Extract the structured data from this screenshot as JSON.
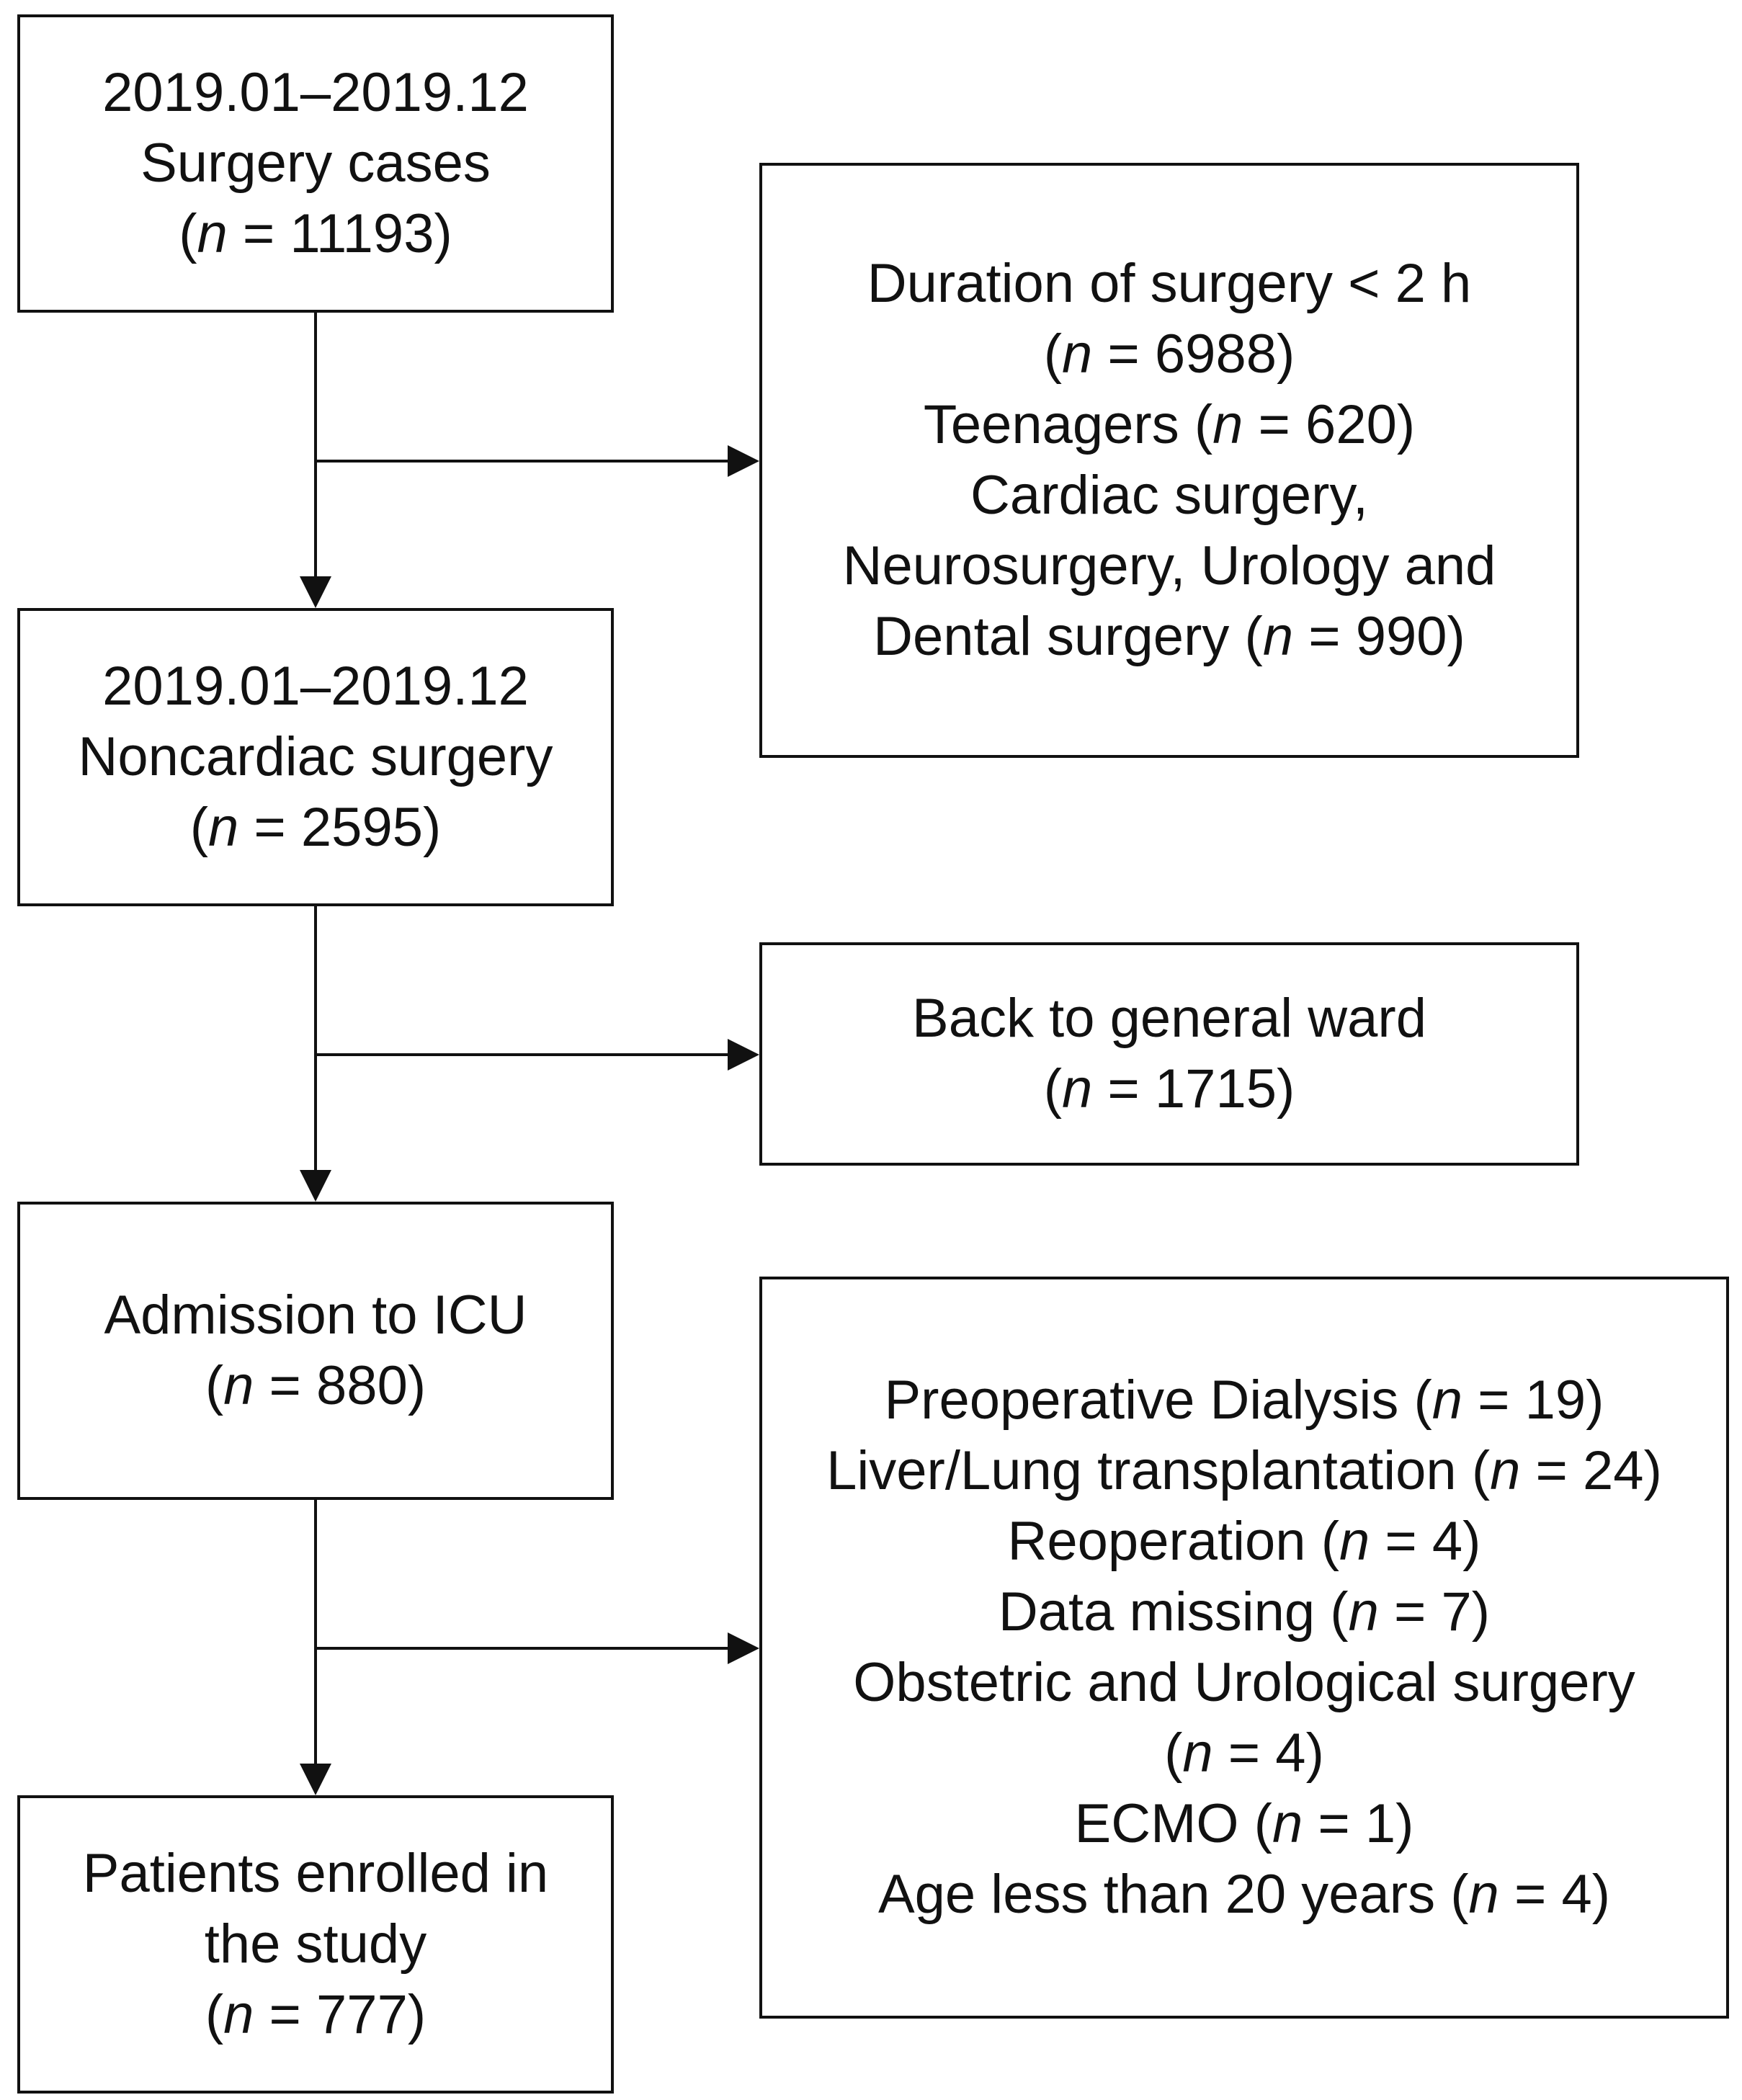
{
  "colors": {
    "stroke": "#111111",
    "background": "#ffffff"
  },
  "nodes": {
    "surgery_cases": {
      "lines": [
        "2019.01–2019.12",
        "Surgery cases"
      ],
      "count": {
        "open": "(",
        "var": "n",
        "rest": " = 11193)"
      }
    },
    "noncardiac": {
      "lines": [
        "2019.01–2019.12",
        "Noncardiac surgery"
      ],
      "count": {
        "open": "(",
        "var": "n",
        "rest": " = 2595)"
      }
    },
    "icu": {
      "lines": [
        "Admission to ICU"
      ],
      "count": {
        "open": "(",
        "var": "n",
        "rest": " = 880)"
      }
    },
    "enrolled": {
      "lines": [
        "Patients enrolled in",
        "the study"
      ],
      "count": {
        "open": "(",
        "var": "n",
        "rest": " = 777)"
      }
    }
  },
  "exclusions": {
    "box1": {
      "items": [
        {
          "pre": "Duration of surgery < 2 h",
          "open": "",
          "var": "",
          "rest": ""
        },
        {
          "pre": "",
          "open": "(",
          "var": "n",
          "rest": " = 6988)"
        },
        {
          "pre": "Teenagers ",
          "open": "(",
          "var": "n",
          "rest": " = 620)"
        },
        {
          "pre": "Cardiac surgery,",
          "open": "",
          "var": "",
          "rest": ""
        },
        {
          "pre": "Neurosurgery, Urology and",
          "open": "",
          "var": "",
          "rest": ""
        },
        {
          "pre": "Dental surgery ",
          "open": "(",
          "var": "n",
          "rest": " = 990)"
        }
      ]
    },
    "box2": {
      "items": [
        {
          "pre": "Back to general ward",
          "open": "",
          "var": "",
          "rest": ""
        },
        {
          "pre": "",
          "open": "(",
          "var": "n",
          "rest": " = 1715)"
        }
      ]
    },
    "box3": {
      "items": [
        {
          "pre": "Preoperative Dialysis ",
          "open": "(",
          "var": "n",
          "rest": " = 19)"
        },
        {
          "pre": "Liver/Lung transplantation ",
          "open": "(",
          "var": "n",
          "rest": " = 24)"
        },
        {
          "pre": "Reoperation ",
          "open": "(",
          "var": "n",
          "rest": " = 4)"
        },
        {
          "pre": "Data missing ",
          "open": "(",
          "var": "n",
          "rest": " = 7)"
        },
        {
          "pre": "Obstetric and Urological surgery",
          "open": "",
          "var": "",
          "rest": ""
        },
        {
          "pre": "",
          "open": "(",
          "var": "n",
          "rest": " = 4)"
        },
        {
          "pre": "ECMO ",
          "open": "(",
          "var": "n",
          "rest": " = 1)"
        },
        {
          "pre": "Age less than 20 years ",
          "open": "(",
          "var": "n",
          "rest": " = 4)"
        }
      ]
    }
  }
}
